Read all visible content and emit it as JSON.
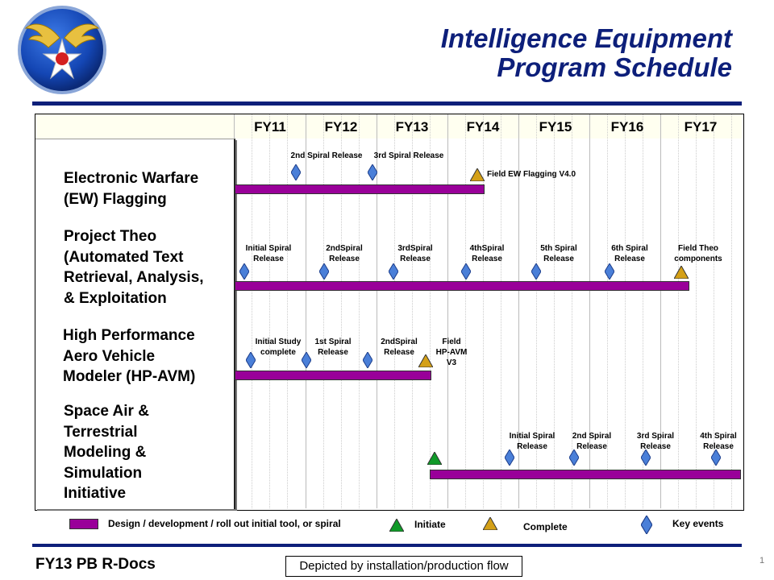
{
  "header": {
    "title_line1": "Intelligence Equipment",
    "title_line2": "Program Schedule"
  },
  "fiscal_years": [
    "FY11",
    "FY12",
    "FY13",
    "FY14",
    "FY15",
    "FY16",
    "FY17"
  ],
  "programs": [
    {
      "label_lines": [
        "Electronic Warfare",
        "(EW)  Flagging"
      ],
      "bar_start": "FY11",
      "bar_end": "early FY14",
      "events": [
        {
          "label": "2nd Spiral Release",
          "type": "key-event"
        },
        {
          "label": "3rd Spiral Release",
          "type": "key-event"
        },
        {
          "label": "Field EW Flagging V4.0",
          "type": "complete"
        }
      ]
    },
    {
      "label_lines": [
        "Project Theo",
        "(Automated Text",
        "Retrieval, Analysis,",
        "& Exploitation"
      ],
      "bar_start": "FY11",
      "bar_end": "mid FY17",
      "events": [
        {
          "label": "Initial Spiral\nRelease",
          "type": "key-event"
        },
        {
          "label": "2ndSpiral\nRelease",
          "type": "key-event"
        },
        {
          "label": "3rdSpiral\nRelease",
          "type": "key-event"
        },
        {
          "label": "4thSpiral\nRelease",
          "type": "key-event"
        },
        {
          "label": "5th Spiral\nRelease",
          "type": "key-event"
        },
        {
          "label": "6th Spiral\nRelease",
          "type": "key-event"
        },
        {
          "label": "Field Theo\ncomponents",
          "type": "complete"
        }
      ]
    },
    {
      "label_lines": [
        "High Performance",
        "Aero Vehicle",
        "Modeler (HP-AVM)"
      ],
      "bar_start": "FY11",
      "bar_end": "end FY13",
      "events": [
        {
          "label": "Initial Study\ncomplete",
          "type": "key-event"
        },
        {
          "label": "1st Spiral\nRelease",
          "type": "key-event"
        },
        {
          "label": "2ndSpiral\nRelease",
          "type": "key-event"
        },
        {
          "label": "Field\nHP-AVM\nV3",
          "type": "complete"
        }
      ]
    },
    {
      "label_lines": [
        "Space Air &",
        "Terrestrial",
        "Modeling &",
        "Simulation",
        "Initiative"
      ],
      "bar_start": "end FY13",
      "bar_end": "FY17",
      "events": [
        {
          "label": "",
          "type": "initiate"
        },
        {
          "label": "Initial Spiral\nRelease",
          "type": "key-event"
        },
        {
          "label": "2nd Spiral\nRelease",
          "type": "key-event"
        },
        {
          "label": "3rd Spiral\nRelease",
          "type": "key-event"
        },
        {
          "label": "4th Spiral\nRelease",
          "type": "key-event"
        }
      ]
    }
  ],
  "legend": {
    "bar": "Design / development  / roll out initial tool, or spiral",
    "initiate": "Initiate",
    "complete": "Complete",
    "key_events": "Key events"
  },
  "footer": {
    "left": "FY13 PB R-Docs",
    "center": "Depicted by installation/production flow",
    "page": "1"
  },
  "colors": {
    "title": "#0d1f7a",
    "rule": "#0d1f7a",
    "bar": "#990099",
    "key_event": "#4a7fd8",
    "initiate": "#109a28",
    "complete": "#d4a017"
  },
  "icons": [
    "air-force-star-wings-emblem",
    "diamond-icon",
    "triangle-icon"
  ]
}
